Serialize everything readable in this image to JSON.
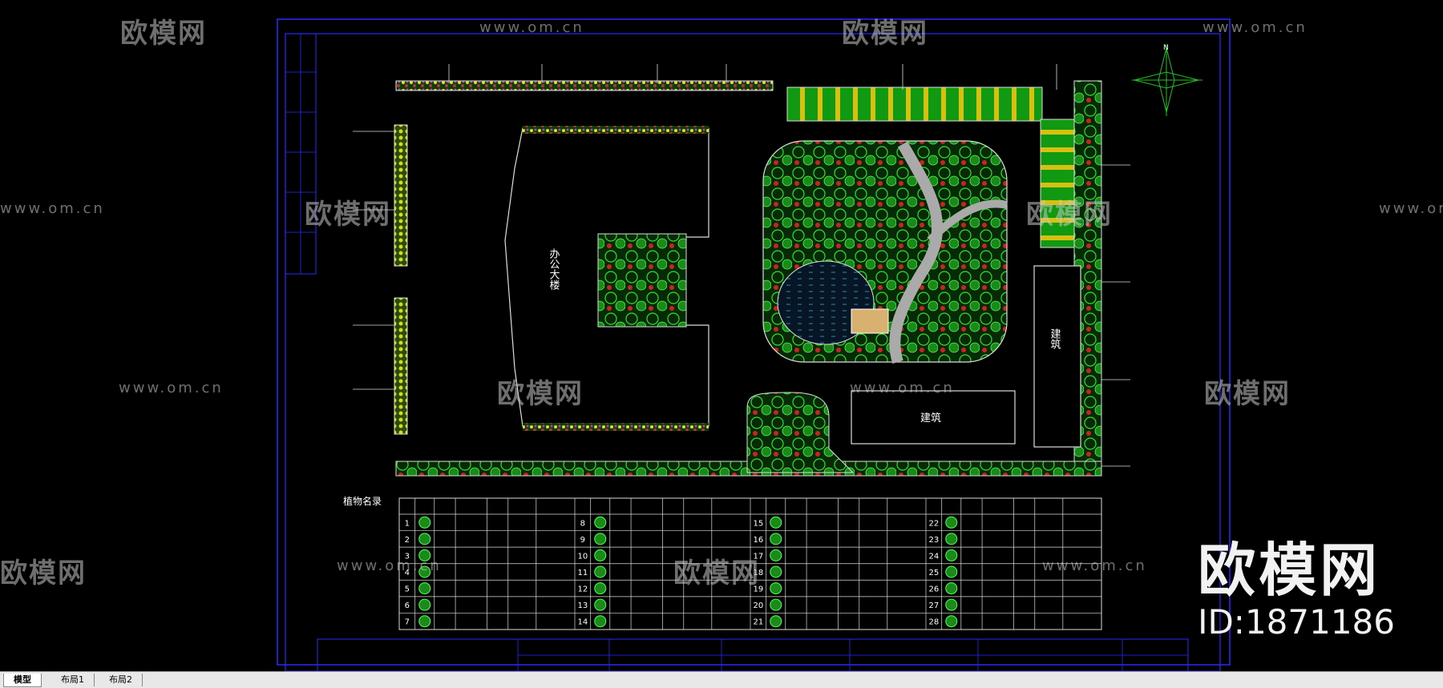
{
  "drawing": {
    "building_main_label": "办公大楼",
    "building_right_label": "建筑",
    "building_bottom_label": "建筑",
    "plant_table_title": "植物名录",
    "north_label": "N"
  },
  "watermark": {
    "logo_text": "欧模网",
    "url_text": "www.om.cn",
    "big_text": "欧模网",
    "id_text": "ID:1871186"
  },
  "plant_table": {
    "index_rows": [
      [
        "1",
        "8",
        "15",
        "22"
      ],
      [
        "2",
        "9",
        "16",
        "23"
      ],
      [
        "3",
        "10",
        "17",
        "24"
      ],
      [
        "4",
        "11",
        "18",
        "25"
      ],
      [
        "5",
        "12",
        "19",
        "26"
      ],
      [
        "6",
        "13",
        "20",
        "27"
      ],
      [
        "7",
        "14",
        "21",
        "28"
      ]
    ]
  },
  "tabs": [
    {
      "label": "模型",
      "active": true
    },
    {
      "label": "布局1",
      "active": false
    },
    {
      "label": "布局2",
      "active": false
    }
  ],
  "colors": {
    "frame_blue": "#2a2aff",
    "cad_green": "#22c322",
    "cad_red": "#d81e1e",
    "cad_yellow": "#e6e61e",
    "cad_magenta": "#b040c0",
    "water": "#0a1a2e"
  }
}
